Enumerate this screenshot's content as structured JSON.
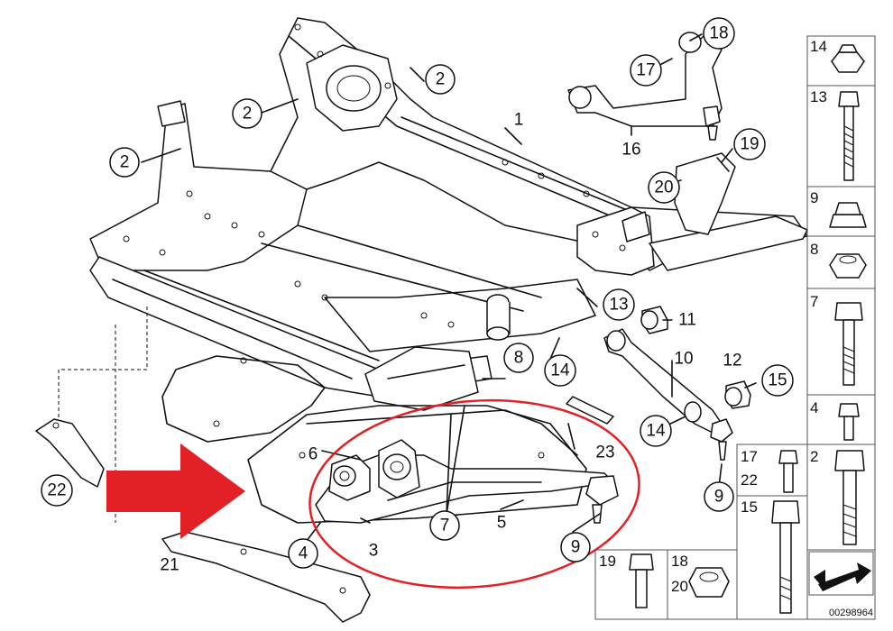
{
  "callouts": [
    {
      "id": "c1",
      "label": "1"
    },
    {
      "id": "c2a",
      "label": "2"
    },
    {
      "id": "c2b",
      "label": "2"
    },
    {
      "id": "c2c",
      "label": "2"
    },
    {
      "id": "c3",
      "label": "3"
    },
    {
      "id": "c4",
      "label": "4"
    },
    {
      "id": "c5",
      "label": "5"
    },
    {
      "id": "c6",
      "label": "6"
    },
    {
      "id": "c7a",
      "label": "7"
    },
    {
      "id": "c7b",
      "label": "7"
    },
    {
      "id": "c8",
      "label": "8"
    },
    {
      "id": "c9a",
      "label": "9"
    },
    {
      "id": "c9b",
      "label": "9"
    },
    {
      "id": "c10",
      "label": "10"
    },
    {
      "id": "c11",
      "label": "11"
    },
    {
      "id": "c12",
      "label": "12"
    },
    {
      "id": "c13",
      "label": "13"
    },
    {
      "id": "c14a",
      "label": "14"
    },
    {
      "id": "c14b",
      "label": "14"
    },
    {
      "id": "c15",
      "label": "15"
    },
    {
      "id": "c16",
      "label": "16"
    },
    {
      "id": "c17",
      "label": "17"
    },
    {
      "id": "c18",
      "label": "18"
    },
    {
      "id": "c19",
      "label": "19"
    },
    {
      "id": "c20",
      "label": "20"
    },
    {
      "id": "c21",
      "label": "21"
    },
    {
      "id": "c22",
      "label": "22"
    },
    {
      "id": "c23",
      "label": "23"
    }
  ],
  "parts_table": {
    "right_column": [
      "14",
      "13",
      "9",
      "8",
      "7",
      "4",
      "2"
    ],
    "middle_cells": [
      [
        "17",
        "22"
      ],
      [
        "15"
      ]
    ],
    "bottom_cells": [
      [
        "19"
      ],
      [
        "18",
        "20"
      ]
    ]
  },
  "reference_number": "00298964",
  "colors": {
    "highlight_red": "#e32026",
    "ink": "#111111",
    "paper": "#ffffff"
  },
  "icons": [
    "arrow-right-icon",
    "direction-arrow-icon"
  ]
}
